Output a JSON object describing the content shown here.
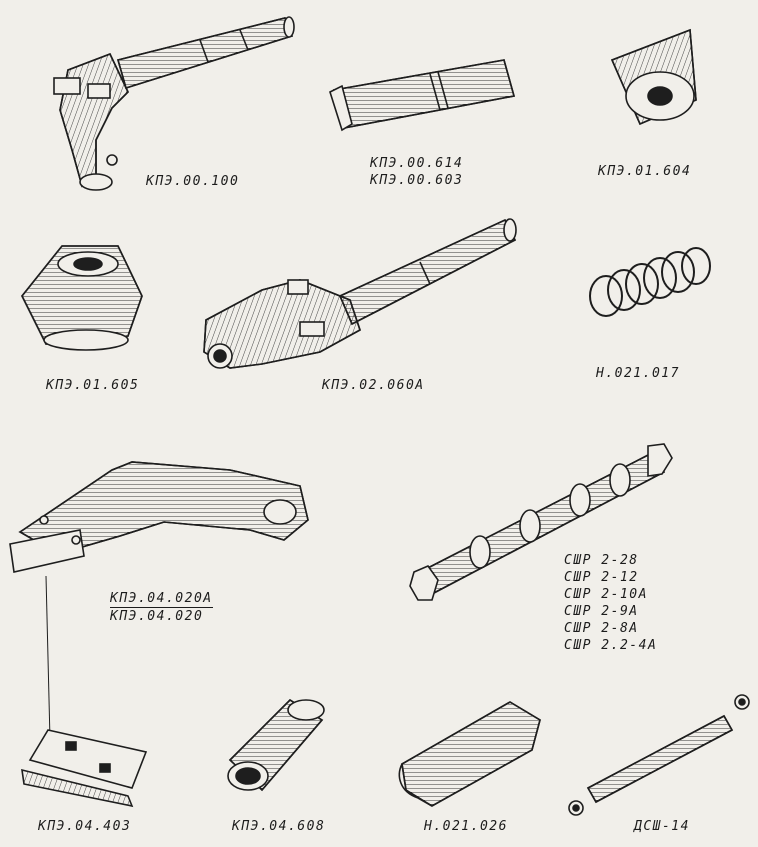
{
  "parts": {
    "p1": {
      "label": "КПЭ.00.100"
    },
    "p2": {
      "labels": [
        "КПЭ.00.614",
        "КПЭ.00.603"
      ]
    },
    "p3": {
      "label": "КПЭ.01.604"
    },
    "p4": {
      "label": "КПЭ.01.605"
    },
    "p5": {
      "label": "КПЭ.02.060А"
    },
    "p6": {
      "label": "Н.021.017"
    },
    "p7": {
      "labels": [
        "КПЭ.04.020А",
        "КПЭ.04.020"
      ]
    },
    "p8": {
      "labels": [
        "СШР 2-28",
        "СШР 2-12",
        "СШР 2-10А",
        "СШР 2-9А",
        "СШР 2-8А",
        "СШР 2.2-4А"
      ]
    },
    "p9": {
      "label": "КПЭ.04.403"
    },
    "p10": {
      "label": "КПЭ.04.608"
    },
    "p11": {
      "label": "Н.021.026"
    },
    "p12": {
      "label": "ДСШ-14"
    }
  }
}
